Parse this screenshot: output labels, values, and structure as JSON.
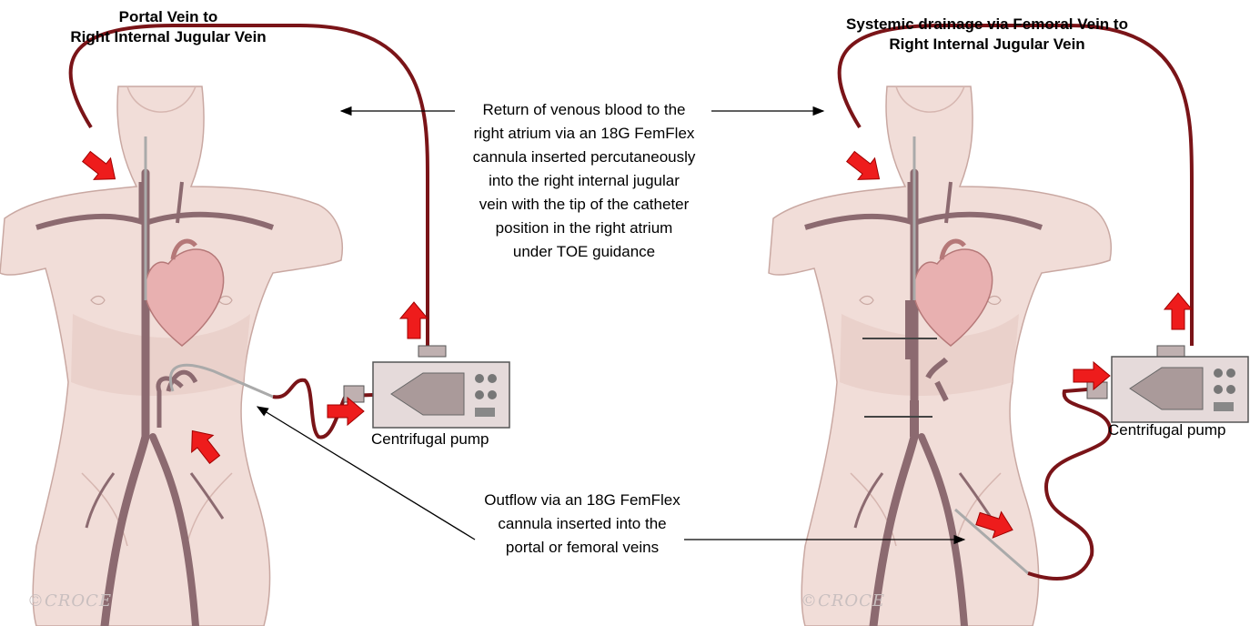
{
  "left_panel": {
    "title_line1": "Portal Vein to",
    "title_line2": "Right Internal Jugular Vein",
    "pump_label": "Centrifugal pump",
    "signature": "©CROCE"
  },
  "right_panel": {
    "title_line1": "Systemic drainage via Femoral Vein to",
    "title_line2": "Right Internal Jugular Vein",
    "pump_label": "Centrifugal pump",
    "signature": "©CROCE"
  },
  "return_note": {
    "lines": [
      "Return of venous blood to the",
      "right atrium via an 18G FemFlex",
      "cannula inserted percutaneously",
      "into the right  internal jugular",
      "vein with the tip of the catheter",
      "position in the right atrium",
      "under TOE guidance"
    ]
  },
  "outflow_note": {
    "lines": [
      "Outflow via an 18G FemFlex",
      "cannula inserted into the",
      "portal or femoral veins"
    ]
  },
  "colors": {
    "skin": "#f1ddd8",
    "skin_edge": "#c9a8a2",
    "vein": "#8c6a70",
    "heart": "#e8b0b0",
    "tubing": "#7a1418",
    "arrow": "#ee1c1c",
    "pump": "#e5dada"
  }
}
